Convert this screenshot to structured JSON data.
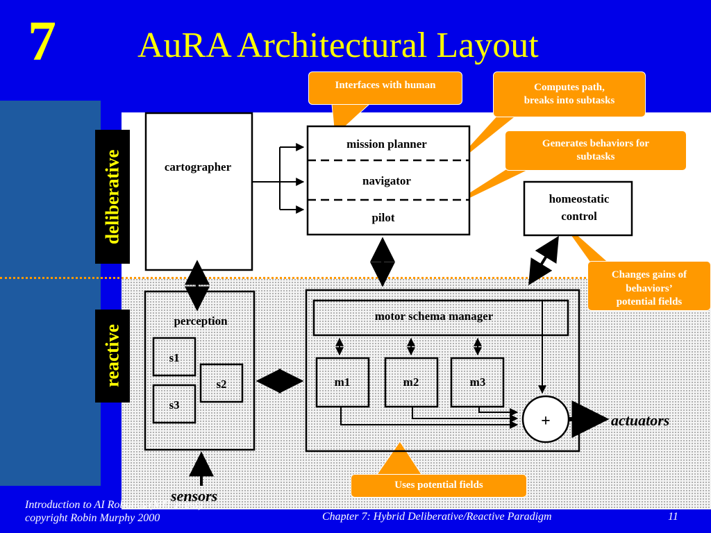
{
  "header": {
    "chapter_number": "7",
    "title": "AuRA Architectural Layout"
  },
  "layers": {
    "deliberative": "deliberative",
    "reactive": "reactive"
  },
  "modules": {
    "cartographer": "cartographer",
    "mission_planner": "mission planner",
    "navigator": "navigator",
    "pilot": "pilot",
    "homeostatic_control": [
      "homeostatic",
      "control"
    ],
    "perception": "perception",
    "motor_schema_manager": "motor schema manager",
    "sensors": [
      "s1",
      "s2",
      "s3"
    ],
    "motor_schemas": [
      "m1",
      "m2",
      "m3"
    ],
    "sum_node": "+",
    "input_label": "sensors",
    "output_label": "actuators"
  },
  "callouts": {
    "interfaces": "Interfaces with human",
    "computes_path": [
      "Computes path,",
      "breaks into subtasks"
    ],
    "generates_behaviors": [
      "Generates behaviors for",
      "subtasks"
    ],
    "changes_gains": [
      "Changes gains of",
      "behaviors’",
      "potential fields"
    ],
    "uses_potential": "Uses potential fields"
  },
  "colors": {
    "background": "#0000e8",
    "title": "#ffff00",
    "callout": "#ff9900",
    "sidebar": "#1e5aa0"
  },
  "footer": {
    "left_lines": [
      "Introduction to AI Robotics (MIT Press)",
      "copyright Robin Murphy 2000"
    ],
    "chapter": "Chapter 7: Hybrid Deliberative/Reactive Paradigm",
    "page": "11"
  }
}
